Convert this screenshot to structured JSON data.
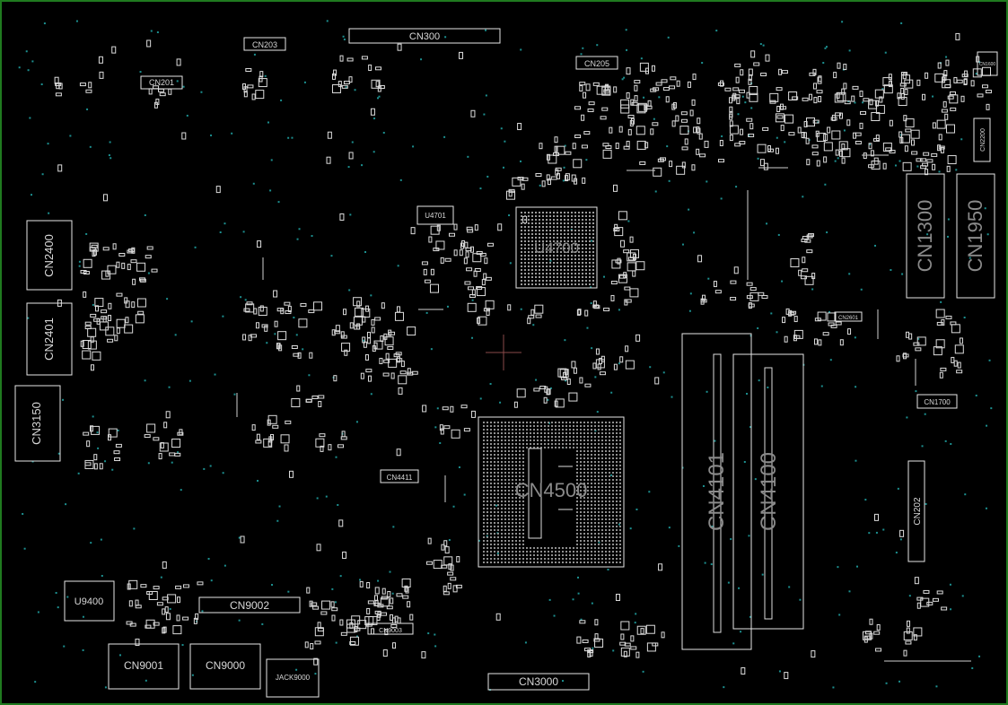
{
  "board": {
    "edge_color": "#1f7a1f",
    "background": "#000000",
    "via_color": "#1c8f8f",
    "outline_color": "#e6e6e6"
  },
  "labels": {
    "cn300": "CN300",
    "cn203": "CN203",
    "cn201": "CN201",
    "cn205": "CN205",
    "u4700": "U4700",
    "u4701": "U4701",
    "cn1300": "CN1300",
    "cn1950": "CN1950",
    "cn2400": "CN2400",
    "cn2401": "CN2401",
    "cn3150": "CN3150",
    "cn4500": "CN4500",
    "cn4101": "CN4101",
    "cn4100": "CN4100",
    "cn4411": "CN4411",
    "cn1700": "CN1700",
    "cn202": "CN202",
    "cn2200": "CN2200",
    "u9400": "U9400",
    "cn9002": "CN9002",
    "cn9001": "CN9001",
    "cn9000": "CN9000",
    "jack9000": "JACK9000",
    "cn3000": "CN3000",
    "cn9003": "CN9003",
    "cn2601": "CN2601",
    "cn1600": "CN1600"
  }
}
